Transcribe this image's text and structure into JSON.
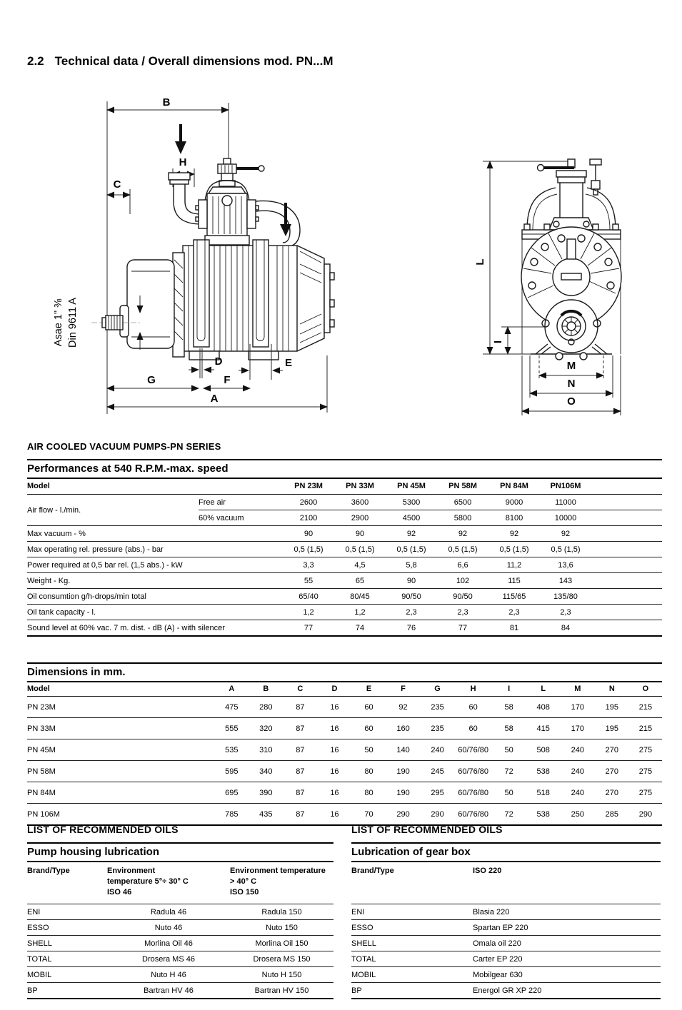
{
  "page": {
    "section_number": "2.2",
    "title": "Technical data / Overall dimensions mod. PN...M"
  },
  "drawings": {
    "side_view": {
      "labels": {
        "A": "A",
        "B": "B",
        "C": "C",
        "D": "D",
        "E": "E",
        "F": "F",
        "G": "G",
        "H": "H"
      },
      "shaft_note_line1": "Asae 1\"  ⅜",
      "shaft_note_line2": "Din 9611 A"
    },
    "front_view": {
      "labels": {
        "L": "L",
        "I": "I",
        "M": "M",
        "N": "N",
        "O": "O"
      }
    }
  },
  "performance": {
    "section_title": "AIR COOLED VACUUM PUMPS-PN SERIES",
    "table_title": "Performances at 540 R.P.M.-max. speed",
    "model_header": "Model",
    "models": [
      "PN 23M",
      "PN 33M",
      "PN 45M",
      "PN 58M",
      "PN 84M",
      "PN106M"
    ],
    "rows": [
      {
        "label": "Air flow - l./min.",
        "subrows": [
          {
            "sub": "Free air",
            "values": [
              "2600",
              "3600",
              "5300",
              "6500",
              "9000",
              "11000"
            ]
          },
          {
            "sub": "60% vacuum",
            "values": [
              "2100",
              "2900",
              "4500",
              "5800",
              "8100",
              "10000"
            ]
          }
        ]
      },
      {
        "label": "Max vacuum - %",
        "values": [
          "90",
          "90",
          "92",
          "92",
          "92",
          "92"
        ]
      },
      {
        "label": "Max operating rel. pressure (abs.) - bar",
        "values": [
          "0,5 (1,5)",
          "0,5 (1,5)",
          "0,5 (1,5)",
          "0,5 (1,5)",
          "0,5 (1,5)",
          "0,5 (1,5)"
        ]
      },
      {
        "label": "Power required at 0,5 bar rel. (1,5 abs.) - kW",
        "values": [
          "3,3",
          "4,5",
          "5,8",
          "6,6",
          "11,2",
          "13,6"
        ]
      },
      {
        "label": "Weight  - Kg.",
        "values": [
          "55",
          "65",
          "90",
          "102",
          "115",
          "143"
        ]
      },
      {
        "label": "Oil consumtion g/h-drops/min total",
        "values": [
          "65/40",
          "80/45",
          "90/50",
          "90/50",
          "115/65",
          "135/80"
        ]
      },
      {
        "label": "Oil tank capacity - l.",
        "values": [
          "1,2",
          "1,2",
          "2,3",
          "2,3",
          "2,3",
          "2,3"
        ]
      },
      {
        "label": "Sound level at 60% vac. 7 m. dist. - dB (A) - with silencer",
        "values": [
          "77",
          "74",
          "76",
          "77",
          "81",
          "84"
        ]
      }
    ]
  },
  "dimensions": {
    "table_title": "Dimensions in mm.",
    "model_header": "Model",
    "columns": [
      "A",
      "B",
      "C",
      "D",
      "E",
      "F",
      "G",
      "H",
      "I",
      "L",
      "M",
      "N",
      "O"
    ],
    "rows": [
      {
        "model": "PN 23M",
        "values": [
          "475",
          "280",
          "87",
          "16",
          "60",
          "92",
          "235",
          "60",
          "58",
          "408",
          "170",
          "195",
          "215"
        ]
      },
      {
        "model": "PN 33M",
        "values": [
          "555",
          "320",
          "87",
          "16",
          "60",
          "160",
          "235",
          "60",
          "58",
          "415",
          "170",
          "195",
          "215"
        ]
      },
      {
        "model": "PN 45M",
        "values": [
          "535",
          "310",
          "87",
          "16",
          "50",
          "140",
          "240",
          "60/76/80",
          "50",
          "508",
          "240",
          "270",
          "275"
        ]
      },
      {
        "model": "PN 58M",
        "values": [
          "595",
          "340",
          "87",
          "16",
          "80",
          "190",
          "245",
          "60/76/80",
          "72",
          "538",
          "240",
          "270",
          "275"
        ]
      },
      {
        "model": "PN 84M",
        "values": [
          "695",
          "390",
          "87",
          "16",
          "80",
          "190",
          "295",
          "60/76/80",
          "50",
          "518",
          "240",
          "270",
          "275"
        ]
      },
      {
        "model": "PN 106M",
        "values": [
          "785",
          "435",
          "87",
          "16",
          "70",
          "290",
          "290",
          "60/76/80",
          "72",
          "538",
          "250",
          "285",
          "290"
        ]
      }
    ]
  },
  "oils_left": {
    "title": "LIST OF RECOMMENDED OILS",
    "subtitle": "Pump housing lubrication",
    "center_values": true,
    "columns": [
      {
        "lines": [
          "Brand/Type"
        ]
      },
      {
        "lines": [
          "Environment",
          "temperature 5°÷ 30° C",
          "ISO 46"
        ]
      },
      {
        "lines": [
          "Environment temperature",
          "> 40° C",
          "ISO 150"
        ]
      }
    ],
    "rows": [
      {
        "brand": "ENI",
        "values": [
          "Radula 46",
          "Radula 150"
        ]
      },
      {
        "brand": "ESSO",
        "values": [
          "Nuto 46",
          "Nuto 150"
        ]
      },
      {
        "brand": "SHELL",
        "values": [
          "Morlina Oil 46",
          "Morlina Oil 150"
        ]
      },
      {
        "brand": "TOTAL",
        "values": [
          "Drosera MS 46",
          "Drosera MS 150"
        ]
      },
      {
        "brand": "MOBIL",
        "values": [
          "Nuto H 46",
          "Nuto H 150"
        ]
      },
      {
        "brand": "BP",
        "values": [
          "Bartran HV 46",
          "Bartran HV 150"
        ]
      }
    ]
  },
  "oils_right": {
    "title": "LIST OF RECOMMENDED OILS",
    "subtitle": "Lubrication of gear box",
    "center_values": false,
    "columns": [
      {
        "lines": [
          "Brand/Type"
        ]
      },
      {
        "lines": [
          "ISO 220"
        ]
      }
    ],
    "rows": [
      {
        "brand": "ENI",
        "values": [
          "Blasia 220"
        ]
      },
      {
        "brand": "ESSO",
        "values": [
          "Spartan EP 220"
        ]
      },
      {
        "brand": "SHELL",
        "values": [
          "Omala oil 220"
        ]
      },
      {
        "brand": "TOTAL",
        "values": [
          "Carter EP 220"
        ]
      },
      {
        "brand": "MOBIL",
        "values": [
          "Mobilgear 630"
        ]
      },
      {
        "brand": "BP",
        "values": [
          "Energol GR XP 220"
        ]
      }
    ]
  }
}
